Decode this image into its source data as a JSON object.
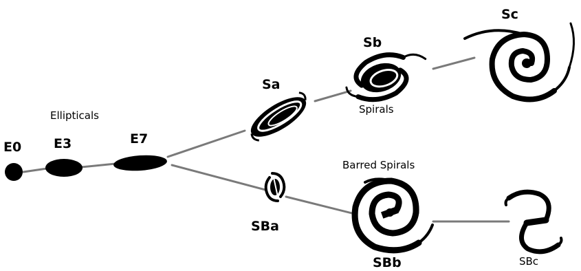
{
  "diagram": {
    "labels": {
      "e0": "E0",
      "e3": "E3",
      "e7": "E7",
      "ellipticals": "Ellipticals",
      "sa": "Sa",
      "sb": "Sb",
      "sc": "Sc",
      "spirals": "Spirals",
      "barred_spirals": "Barred Spirals",
      "sba": "SBa",
      "sbb": "SBb",
      "sbc": "SBc"
    },
    "colors": {
      "ink": "#000000",
      "connector": "#777777",
      "background": "#ffffff"
    }
  }
}
